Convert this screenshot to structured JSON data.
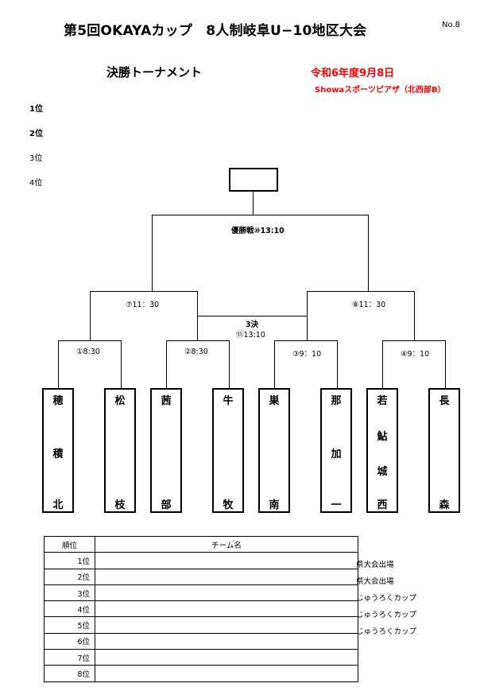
{
  "header": {
    "title": "第5回OKAYAカップ　8人制岐阜U−10地区大会",
    "page_no": "No.8",
    "subtitle": "決勝トーナメント",
    "date": "令和6年度9月8日",
    "venue": "Showaスポーツピアザ（北西部B）"
  },
  "ranks": [
    "1位",
    "2位",
    "3位",
    "4位"
  ],
  "bracket": {
    "final": "優勝戦⑩13:10",
    "semi_left": "⑦11：30",
    "semi_right": "⑧11：30",
    "third_label": "3決",
    "third_time": "⑪13:10",
    "q1": "①8:30",
    "q2": "②8:30",
    "q3": "③9：10",
    "q4": "④9：10"
  },
  "teams": [
    {
      "top": "穂",
      "mid": [
        "積"
      ],
      "bottom": "北"
    },
    {
      "top": "松",
      "mid": [],
      "bottom": "枝"
    },
    {
      "top": "茜",
      "mid": [],
      "bottom": "部"
    },
    {
      "top": "牛",
      "mid": [],
      "bottom": "牧"
    },
    {
      "top": "巣",
      "mid": [],
      "bottom": "南"
    },
    {
      "top": "那",
      "mid": [
        "加"
      ],
      "bottom": "一"
    },
    {
      "top": "若",
      "mid": [
        "鮎",
        "城"
      ],
      "bottom": "西"
    },
    {
      "top": "長",
      "mid": [],
      "bottom": "森"
    }
  ],
  "results": {
    "header_rank": "順位",
    "header_team": "チーム名",
    "rows": [
      {
        "rank": "1位",
        "team": "",
        "note": "県大会出場"
      },
      {
        "rank": "2位",
        "team": "",
        "note": "県大会出場"
      },
      {
        "rank": "3位",
        "team": "",
        "note": "じゅうろくカップ"
      },
      {
        "rank": "4位",
        "team": "",
        "note": "じゅうろくカップ"
      },
      {
        "rank": "5位",
        "team": "",
        "note": "じゅうろくカップ"
      },
      {
        "rank": "6位",
        "team": "",
        "note": ""
      },
      {
        "rank": "7位",
        "team": "",
        "note": ""
      },
      {
        "rank": "8位",
        "team": "",
        "note": ""
      }
    ]
  }
}
